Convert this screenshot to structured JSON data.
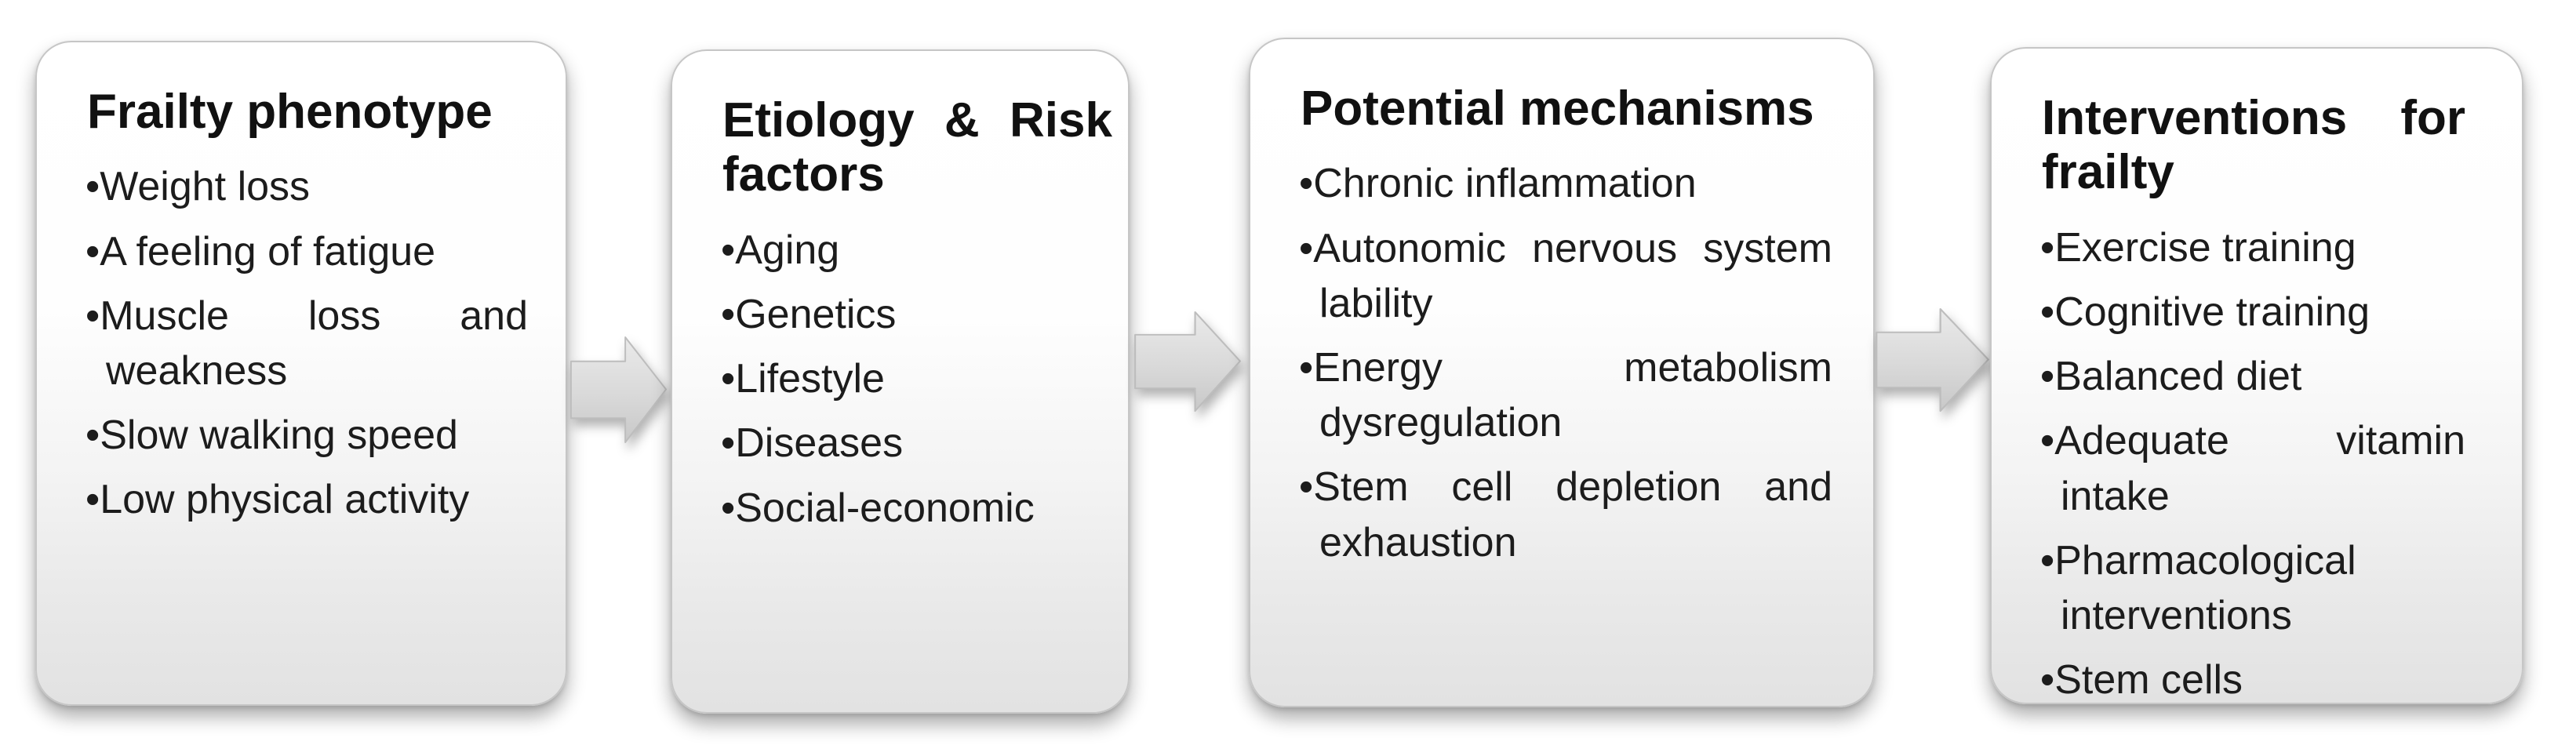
{
  "meta": {
    "bullet": "•",
    "colors": {
      "box_border": "#c6c6c6",
      "box_gradient_top": "#ffffff",
      "box_gradient_bottom": "#e2e2e2",
      "arrow_fill_top": "#e7e7e7",
      "arrow_fill_bottom": "#cccccc",
      "arrow_outline": "#bdbdbd",
      "text": "#1a1a1a"
    }
  },
  "boxes": [
    {
      "id": "frailty-phenotype",
      "title": "Frailty phenotype",
      "items": [
        "Weight loss",
        "A feeling of fatigue",
        "Muscle loss and weakness",
        "Slow walking speed",
        "Low physical activity"
      ]
    },
    {
      "id": "etiology-risk-factors",
      "title": "Etiology & Risk factors",
      "items": [
        "Aging",
        "Genetics",
        "Lifestyle",
        "Diseases",
        "Social-economic"
      ]
    },
    {
      "id": "potential-mechanisms",
      "title": "Potential mechanisms",
      "items": [
        "Chronic inflammation",
        "Autonomic nervous system lability",
        "Energy metabolism dysregulation",
        "Stem cell depletion and exhaustion"
      ]
    },
    {
      "id": "interventions-for-frailty",
      "title": "Interventions for frailty",
      "items": [
        "Exercise training",
        "Cognitive training",
        "Balanced diet",
        "Adequate vitamin intake",
        "Pharmacological interventions",
        "Stem cells"
      ]
    }
  ],
  "arrows": [
    {
      "id": "arrow-1",
      "direction": "right"
    },
    {
      "id": "arrow-2",
      "direction": "right"
    },
    {
      "id": "arrow-3",
      "direction": "right"
    }
  ]
}
